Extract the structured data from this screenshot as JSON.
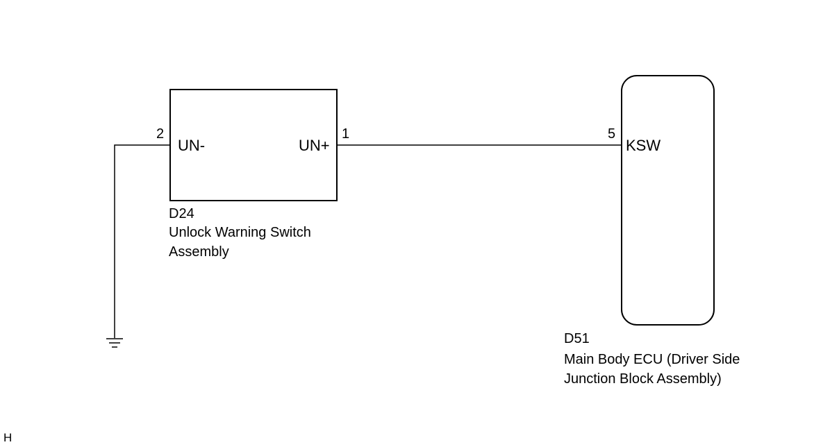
{
  "components": {
    "switch": {
      "code": "D24",
      "name_line1": "Unlock Warning Switch",
      "name_line2": "Assembly",
      "pin_left": {
        "number": "2",
        "label": "UN-"
      },
      "pin_right": {
        "number": "1",
        "label": "UN+"
      }
    },
    "ecu": {
      "code": "D51",
      "name_line1": "Main Body ECU (Driver Side",
      "name_line2": "Junction Block Assembly)",
      "pin": {
        "number": "5",
        "label": "KSW"
      }
    }
  },
  "footer_mark": "H",
  "colors": {
    "line": "#000000",
    "background": "#ffffff"
  }
}
